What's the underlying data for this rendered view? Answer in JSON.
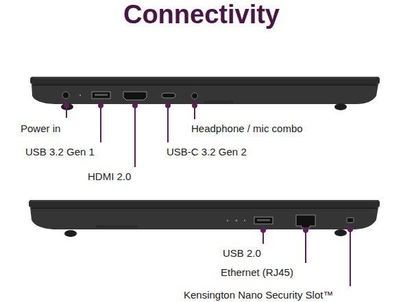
{
  "diagram": {
    "title": "Connectivity",
    "labels": [
      "Power in",
      "USB 3.2 Gen 1",
      "HDMI 2.0",
      "USB-C 3.2 Gen 2",
      "Headphone / mic combo",
      "USB 2.0",
      "Ethernet (RJ45)",
      "Kensington Nano Security Slot™"
    ]
  }
}
